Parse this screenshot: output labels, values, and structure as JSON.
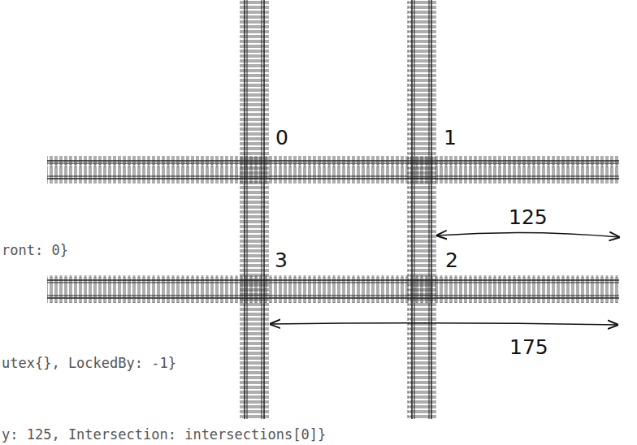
{
  "diagram": {
    "labels": [
      "0",
      "1",
      "3",
      "2",
      "125",
      "175",
      "ront: 0}",
      "utex{}, LockedBy: -1}",
      "y: 125, Intersection: intersections[0]}"
    ]
  }
}
